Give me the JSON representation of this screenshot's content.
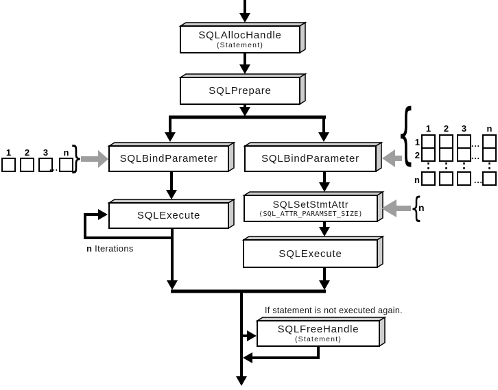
{
  "nodes": {
    "alloc": {
      "label": "SQLAllocHandle",
      "sub": "(Statement)"
    },
    "prepare": {
      "label": "SQLPrepare"
    },
    "bind_left": {
      "label": "SQLBindParameter"
    },
    "bind_right": {
      "label": "SQLBindParameter"
    },
    "exec_left": {
      "label": "SQLExecute"
    },
    "set_stmt_attr": {
      "label": "SQLSetStmtAttr",
      "sub": "(SQL_ATTR_PARAMSET_SIZE)"
    },
    "exec_right": {
      "label": "SQLExecute"
    },
    "free_handle": {
      "label": "SQLFreeHandle",
      "sub": "(Statement)"
    }
  },
  "annotations": {
    "iterations_count": "n",
    "iterations_label": "Iterations",
    "free_condition": "If statement is not executed again."
  },
  "left_param_array": {
    "labels": [
      "1",
      "2",
      "3"
    ],
    "last_label": "n",
    "ellipsis": "...",
    "brace": "}"
  },
  "right_param_grid": {
    "col_labels": [
      "1",
      "2",
      "3"
    ],
    "col_last": "n",
    "row_labels": [
      "1",
      "2"
    ],
    "row_last": "n",
    "ellipsis": "...",
    "brace": "{"
  },
  "paramset_size_note": {
    "brace": "{",
    "value": "n"
  },
  "colors": {
    "connector": "#000000",
    "gray_arrow": "#9e9e9e",
    "box_face": "#ffffff",
    "box_side": "#cdcdcd"
  }
}
